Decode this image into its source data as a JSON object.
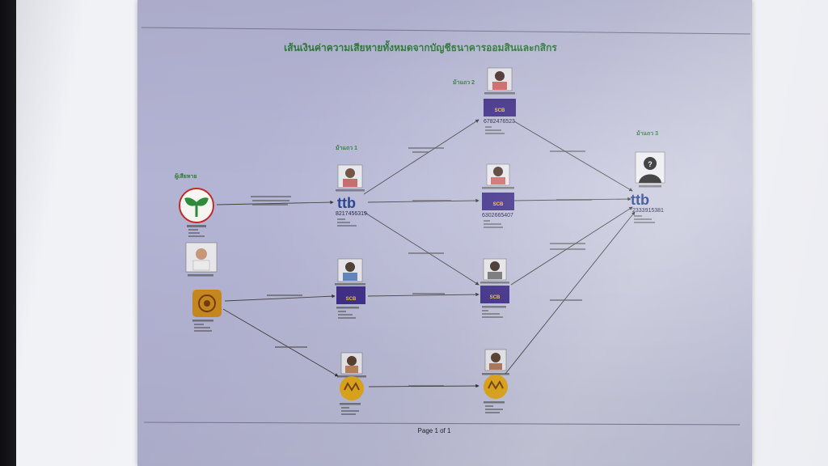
{
  "diagram": {
    "title": "เส้นเงินค่าความเสียหายทั้งหมดจากบัญชีธนาคารออมสินและกสิกร",
    "page_label": "Page 1 of 1",
    "groups": {
      "victim": "ผู้เสียหาย",
      "tier1": "ม้าแถว 1",
      "tier2": "ม้าแถว 2",
      "tier3": "ม้าแถว 3"
    },
    "banks": {
      "kbank": "K",
      "scb": "SCB",
      "ttb": "ttb",
      "krungsri": "K"
    },
    "accounts": {
      "scb_top": "6782476523",
      "scb_mid": "6302665407",
      "ttb_tier1": "8217456319",
      "ttb_tier3": "2333915381"
    },
    "colors": {
      "kbank": "#2e8b3a",
      "scb": "#3b2a86",
      "ttb": "#1f3a8a",
      "krungsri": "#e0a81e",
      "gsb": "#c98a1f",
      "title": "#2f7a3a"
    }
  }
}
